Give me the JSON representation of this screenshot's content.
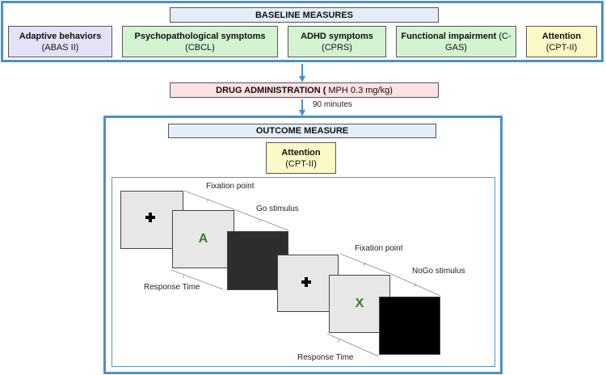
{
  "baseline": {
    "header": "BASELINE MEASURES",
    "measures": [
      {
        "title": "Adaptive behaviors",
        "subtitle": "(ABAS II)",
        "color": "#e5e2f7"
      },
      {
        "title": "Psychopathological symptoms",
        "subtitle": "(CBCL)",
        "color": "#d4f4d1"
      },
      {
        "title": "ADHD symptoms",
        "subtitle": "(CPRS)",
        "color": "#d4f4d1"
      },
      {
        "title": "Functional impairment",
        "subtitle_inline": "(C-",
        "subtitle": "GAS)",
        "color": "#d4f4d1"
      },
      {
        "title": "Attention",
        "subtitle": "(CPT-II)",
        "color": "#fbf9c6"
      }
    ]
  },
  "drug": {
    "label_bold": "DRUG ADMINISTRATION (",
    "label_rest": "MPH 0.3 mg/kg)",
    "delay": "90 minutes"
  },
  "outcome": {
    "header": "OUTCOME MEASURE",
    "measure": {
      "title": "Attention",
      "subtitle": "(CPT-II)"
    }
  },
  "task": {
    "go_letter": "A",
    "nogo_letter": "X",
    "labels": {
      "fixation_1": "Fixation point",
      "go_stimulus": "Go stimulus",
      "response_time_1": "Response Time",
      "fixation_2": "Fixation point",
      "nogo_stimulus": "NoGo stimulus",
      "response_time_2": "Response Time"
    },
    "icons": [
      "plus-icon",
      "plus-icon"
    ]
  },
  "colors": {
    "frame_blue": "#4a8fd4",
    "arrow_blue": "#4a8fd4",
    "letter_green": "#3c7a26"
  }
}
